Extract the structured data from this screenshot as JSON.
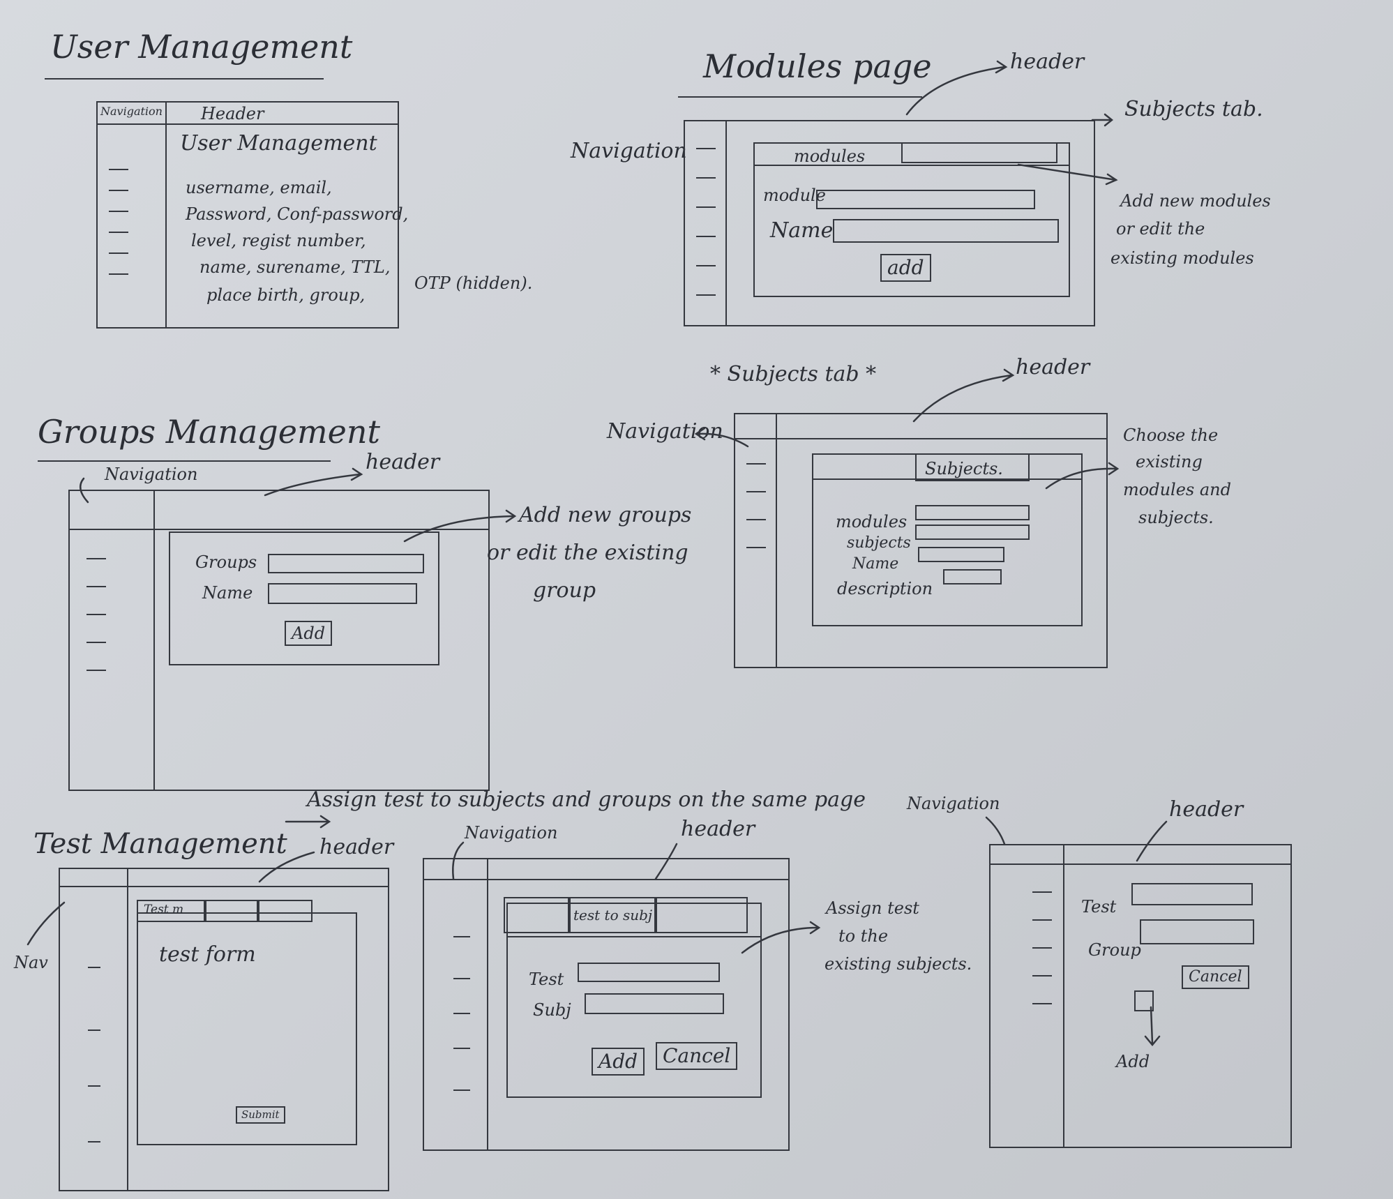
{
  "user_management": {
    "title": "User Management",
    "nav_label": "Navigation",
    "header_label": "Header",
    "page_title": "User Management",
    "fields_lines": [
      "username, email,",
      "Password, Conf-password,",
      "level, regist number,",
      "name, surename, TTL,",
      "place birth, group,"
    ],
    "otp_note": "OTP (hidden)."
  },
  "modules_page": {
    "title": "Modules page",
    "header_label": "header",
    "nav_label": "Navigation",
    "tab_label": "modules",
    "module_label": "module",
    "name_label": "Name",
    "add_button": "add",
    "subjects_tab_note": "Subjects tab.",
    "add_note_lines": [
      "Add new modules",
      "or edit the",
      "existing modules"
    ]
  },
  "subjects_tab": {
    "title": "* Subjects tab *",
    "header_label": "header",
    "nav_label": "Navigation",
    "tab_label": "Subjects.",
    "modules_label": "modules",
    "subjects_label": "subjects",
    "name_label": "Name",
    "description_label": "description",
    "choose_note_lines": [
      "Choose the",
      "existing",
      "modules and",
      "subjects."
    ]
  },
  "groups_management": {
    "title": "Groups Management",
    "nav_label": "Navigation",
    "header_label": "header",
    "groups_label": "Groups",
    "name_label": "Name",
    "add_button": "Add",
    "add_note_lines": [
      "Add new groups",
      "or edit the existing",
      "group"
    ]
  },
  "test_management": {
    "title": "Test Management",
    "subtitle": "Assign test to subjects and groups on the same page",
    "wire1": {
      "header_label": "header",
      "nav_label": "Nav",
      "tab_label": "Test m",
      "form_label": "test form",
      "submit_button": "Submit"
    },
    "wire2": {
      "nav_label": "Navigation",
      "header_label": "header",
      "tab_label": "test to subj",
      "test_label": "Test",
      "subj_label": "Subj",
      "add_button": "Add",
      "cancel_button": "Cancel",
      "assign_note_lines": [
        "Assign test",
        "to the",
        "existing subjects."
      ]
    },
    "wire3": {
      "nav_label": "Navigation",
      "header_label": "header",
      "test_label": "Test",
      "group_label": "Group",
      "cancel_button": "Cancel",
      "add_label": "Add"
    }
  }
}
